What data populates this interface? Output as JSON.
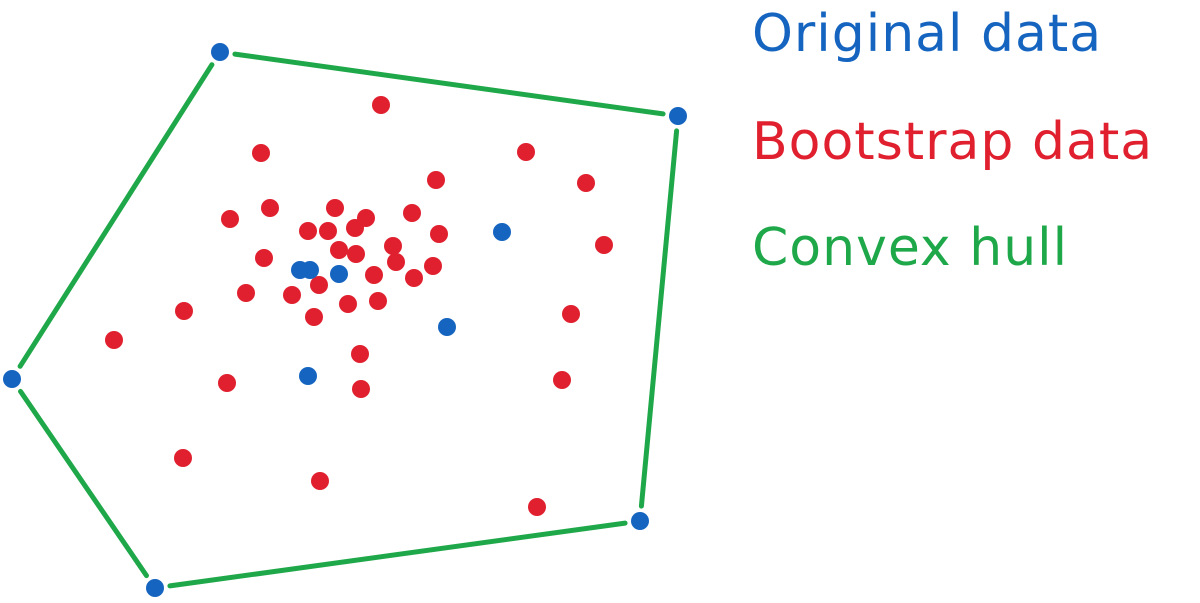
{
  "colors": {
    "original": "#1565c0",
    "bootstrap": "#e0202e",
    "hull": "#1fa84a"
  },
  "legend": {
    "original": "Original data",
    "bootstrap": "Bootstrap data",
    "hull": "Convex hull"
  }
}
